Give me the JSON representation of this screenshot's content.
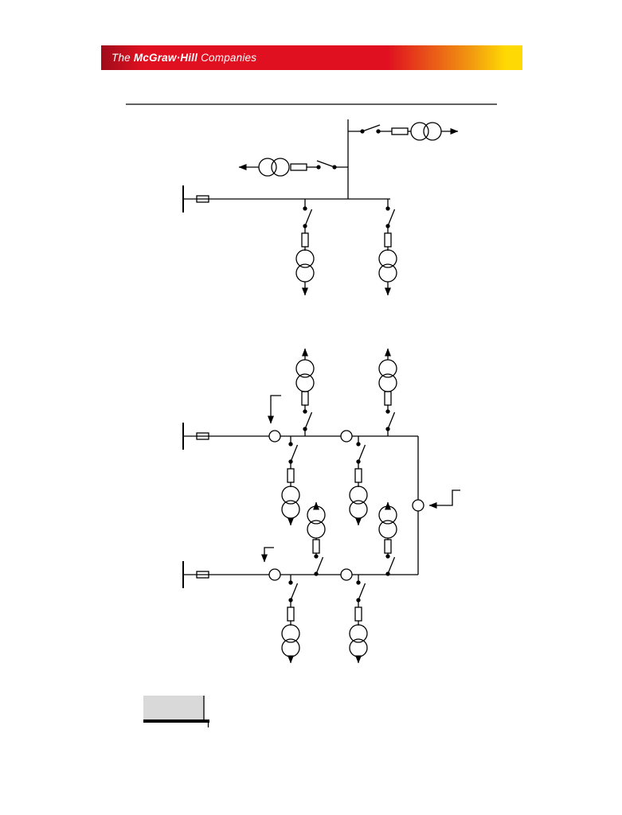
{
  "banner": {
    "prefix": "The",
    "brand": "McGraw·Hill",
    "suffix": "Companies"
  },
  "colors": {
    "banner-red-dark": "#9f0c1c",
    "banner-red": "#e01020",
    "banner-orange": "#f29a10",
    "banner-yellow": "#ffd903",
    "banner-text": "#ffffff",
    "ink": "#000000",
    "box-gray": "#d9d9d9",
    "page-bg": "#ffffff"
  },
  "symbols": {
    "transformer-icon": "two-overlapping-circles",
    "fuse-icon": "rectangle-on-line",
    "disconnect-switch-icon": "blade-between-contact-dots",
    "bus-icon": "horizontal-line-with-end-cap",
    "tie-node-icon": "open-circle-on-line",
    "flow-arrow-icon": "filled-triangle"
  }
}
